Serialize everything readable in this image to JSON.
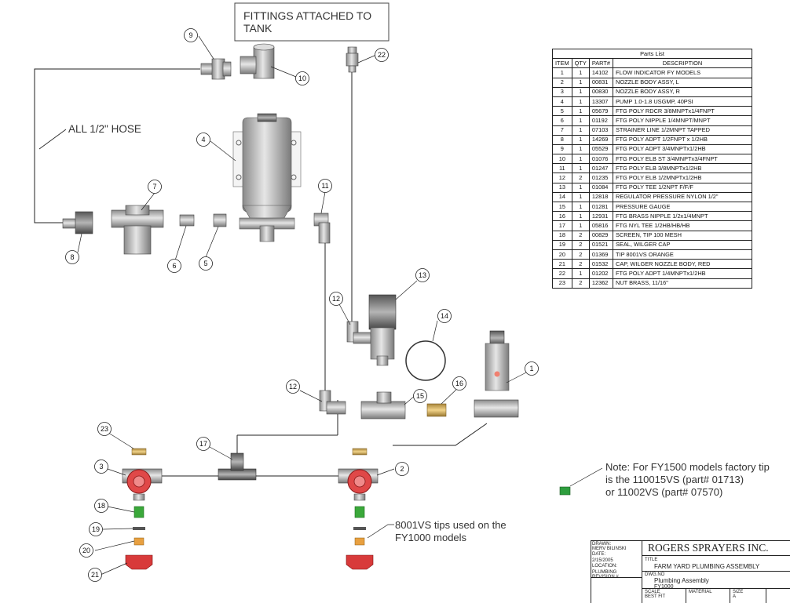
{
  "labels": {
    "fittings_box": [
      "FITTINGS ATTACHED TO",
      "TANK"
    ],
    "hose": "ALL 1/2\" HOSE",
    "note": [
      "Note: For FY1500 models factory tip",
      "is the 110015VS (part# 01713)",
      "or 11002VS (part# 07570)"
    ],
    "tips_note": [
      "8001VS tips used on the",
      "FY1000 models"
    ]
  },
  "callouts": [
    "1",
    "2",
    "3",
    "4",
    "5",
    "6",
    "7",
    "8",
    "9",
    "10",
    "11",
    "12",
    "12",
    "13",
    "14",
    "15",
    "16",
    "17",
    "18",
    "19",
    "20",
    "21",
    "22",
    "23"
  ],
  "parts_list": {
    "caption": "Parts List",
    "headers": [
      "ITEM",
      "QTY",
      "PART#",
      "DESCRIPTION"
    ],
    "rows": [
      [
        "1",
        "1",
        "14102",
        "FLOW INDICATOR FY MODELS"
      ],
      [
        "2",
        "1",
        "00831",
        "NOZZLE BODY ASSY, L"
      ],
      [
        "3",
        "1",
        "00830",
        "NOZZLE BODY ASSY, R"
      ],
      [
        "4",
        "1",
        "13307",
        "PUMP 1.0-1.8 USGMP, 40PSI"
      ],
      [
        "5",
        "1",
        "05679",
        "FTG POLY RDCR 3/8MNPTx1/4FNPT"
      ],
      [
        "6",
        "1",
        "01192",
        "FTG POLY NIPPLE 1/4MNPT/MNPT"
      ],
      [
        "7",
        "1",
        "07103",
        "STRAINER LINE 1/2MNPT TAPPED"
      ],
      [
        "8",
        "1",
        "14269",
        "FTG POLY ADPT 1/2FNPT x 1/2HB"
      ],
      [
        "9",
        "1",
        "05529",
        "FTG POLY ADPT 3/4MNPTx1/2HB"
      ],
      [
        "10",
        "1",
        "01076",
        "FTG POLY ELB ST 3/4MNPTx3/4FNPT"
      ],
      [
        "11",
        "1",
        "01247",
        "FTG POLY ELB 3/8MNPTx1/2HB"
      ],
      [
        "12",
        "2",
        "01235",
        "FTG POLY ELB 1/2MNPTx1/2HB"
      ],
      [
        "13",
        "1",
        "01084",
        "FTG POLY TEE 1/2NPT F/F/F"
      ],
      [
        "14",
        "1",
        "12818",
        "REGULATOR PRESSURE NYLON 1/2\""
      ],
      [
        "15",
        "1",
        "01281",
        "PRESSURE GAUGE"
      ],
      [
        "16",
        "1",
        "12931",
        "FTG BRASS NIPPLE 1/2x1/4MNPT"
      ],
      [
        "17",
        "1",
        "05816",
        "FTG NYL TEE 1/2HB/HB/HB"
      ],
      [
        "18",
        "2",
        "00829",
        "SCREEN, TIP 100 MESH"
      ],
      [
        "19",
        "2",
        "01521",
        "SEAL, WILGER CAP"
      ],
      [
        "20",
        "2",
        "01369",
        "TIP 8001VS ORANGE"
      ],
      [
        "21",
        "2",
        "01532",
        "CAP, WILGER NOZZLE BODY, RED"
      ],
      [
        "22",
        "1",
        "01202",
        "FTG POLY ADPT 1/4MNPTx1/2HB"
      ],
      [
        "23",
        "2",
        "12362",
        "NUT BRASS, 11/16\""
      ]
    ]
  },
  "title_block": {
    "drawn_label": "DRAWN:",
    "drawn": "MERV BILINSKI",
    "date_label": "DATE:",
    "date": "2/15/2005",
    "location_label": "LOCATION:",
    "location": "PLUMBING",
    "revision_label": "REVISION #",
    "company": "ROGERS SPRAYERS INC.",
    "title_label": "TITLE",
    "title": "FARM YARD PLUMBING ASSEMBLY",
    "dwg_label": "DWG.NO",
    "dwg_line1": "Plumbing Assembly",
    "dwg_line2": "FY1000",
    "scale_label": "SCALE",
    "scale": "BEST FIT",
    "material_label": "MATERIAL",
    "size_label": "SIZE",
    "size": "A"
  },
  "colors": {
    "nozzle_red": "#e04848",
    "cap_red": "#d83a3a",
    "screen_green": "#3aa83a",
    "tip_orange": "#e8a040",
    "nut_brass": "#d9b55a",
    "note_tip_green": "#2e9e3e"
  }
}
